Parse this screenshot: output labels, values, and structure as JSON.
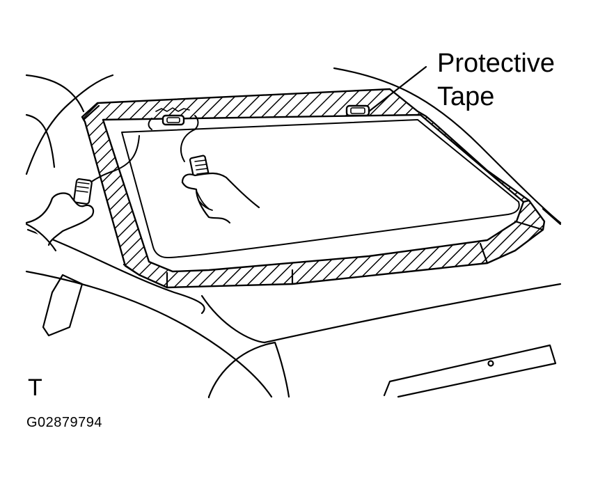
{
  "callout": {
    "line1": "Protective",
    "line2": "Tape"
  },
  "view_marker": "T",
  "figure_id": "G02879794",
  "colors": {
    "ink": "#000000",
    "paper": "#ffffff"
  }
}
